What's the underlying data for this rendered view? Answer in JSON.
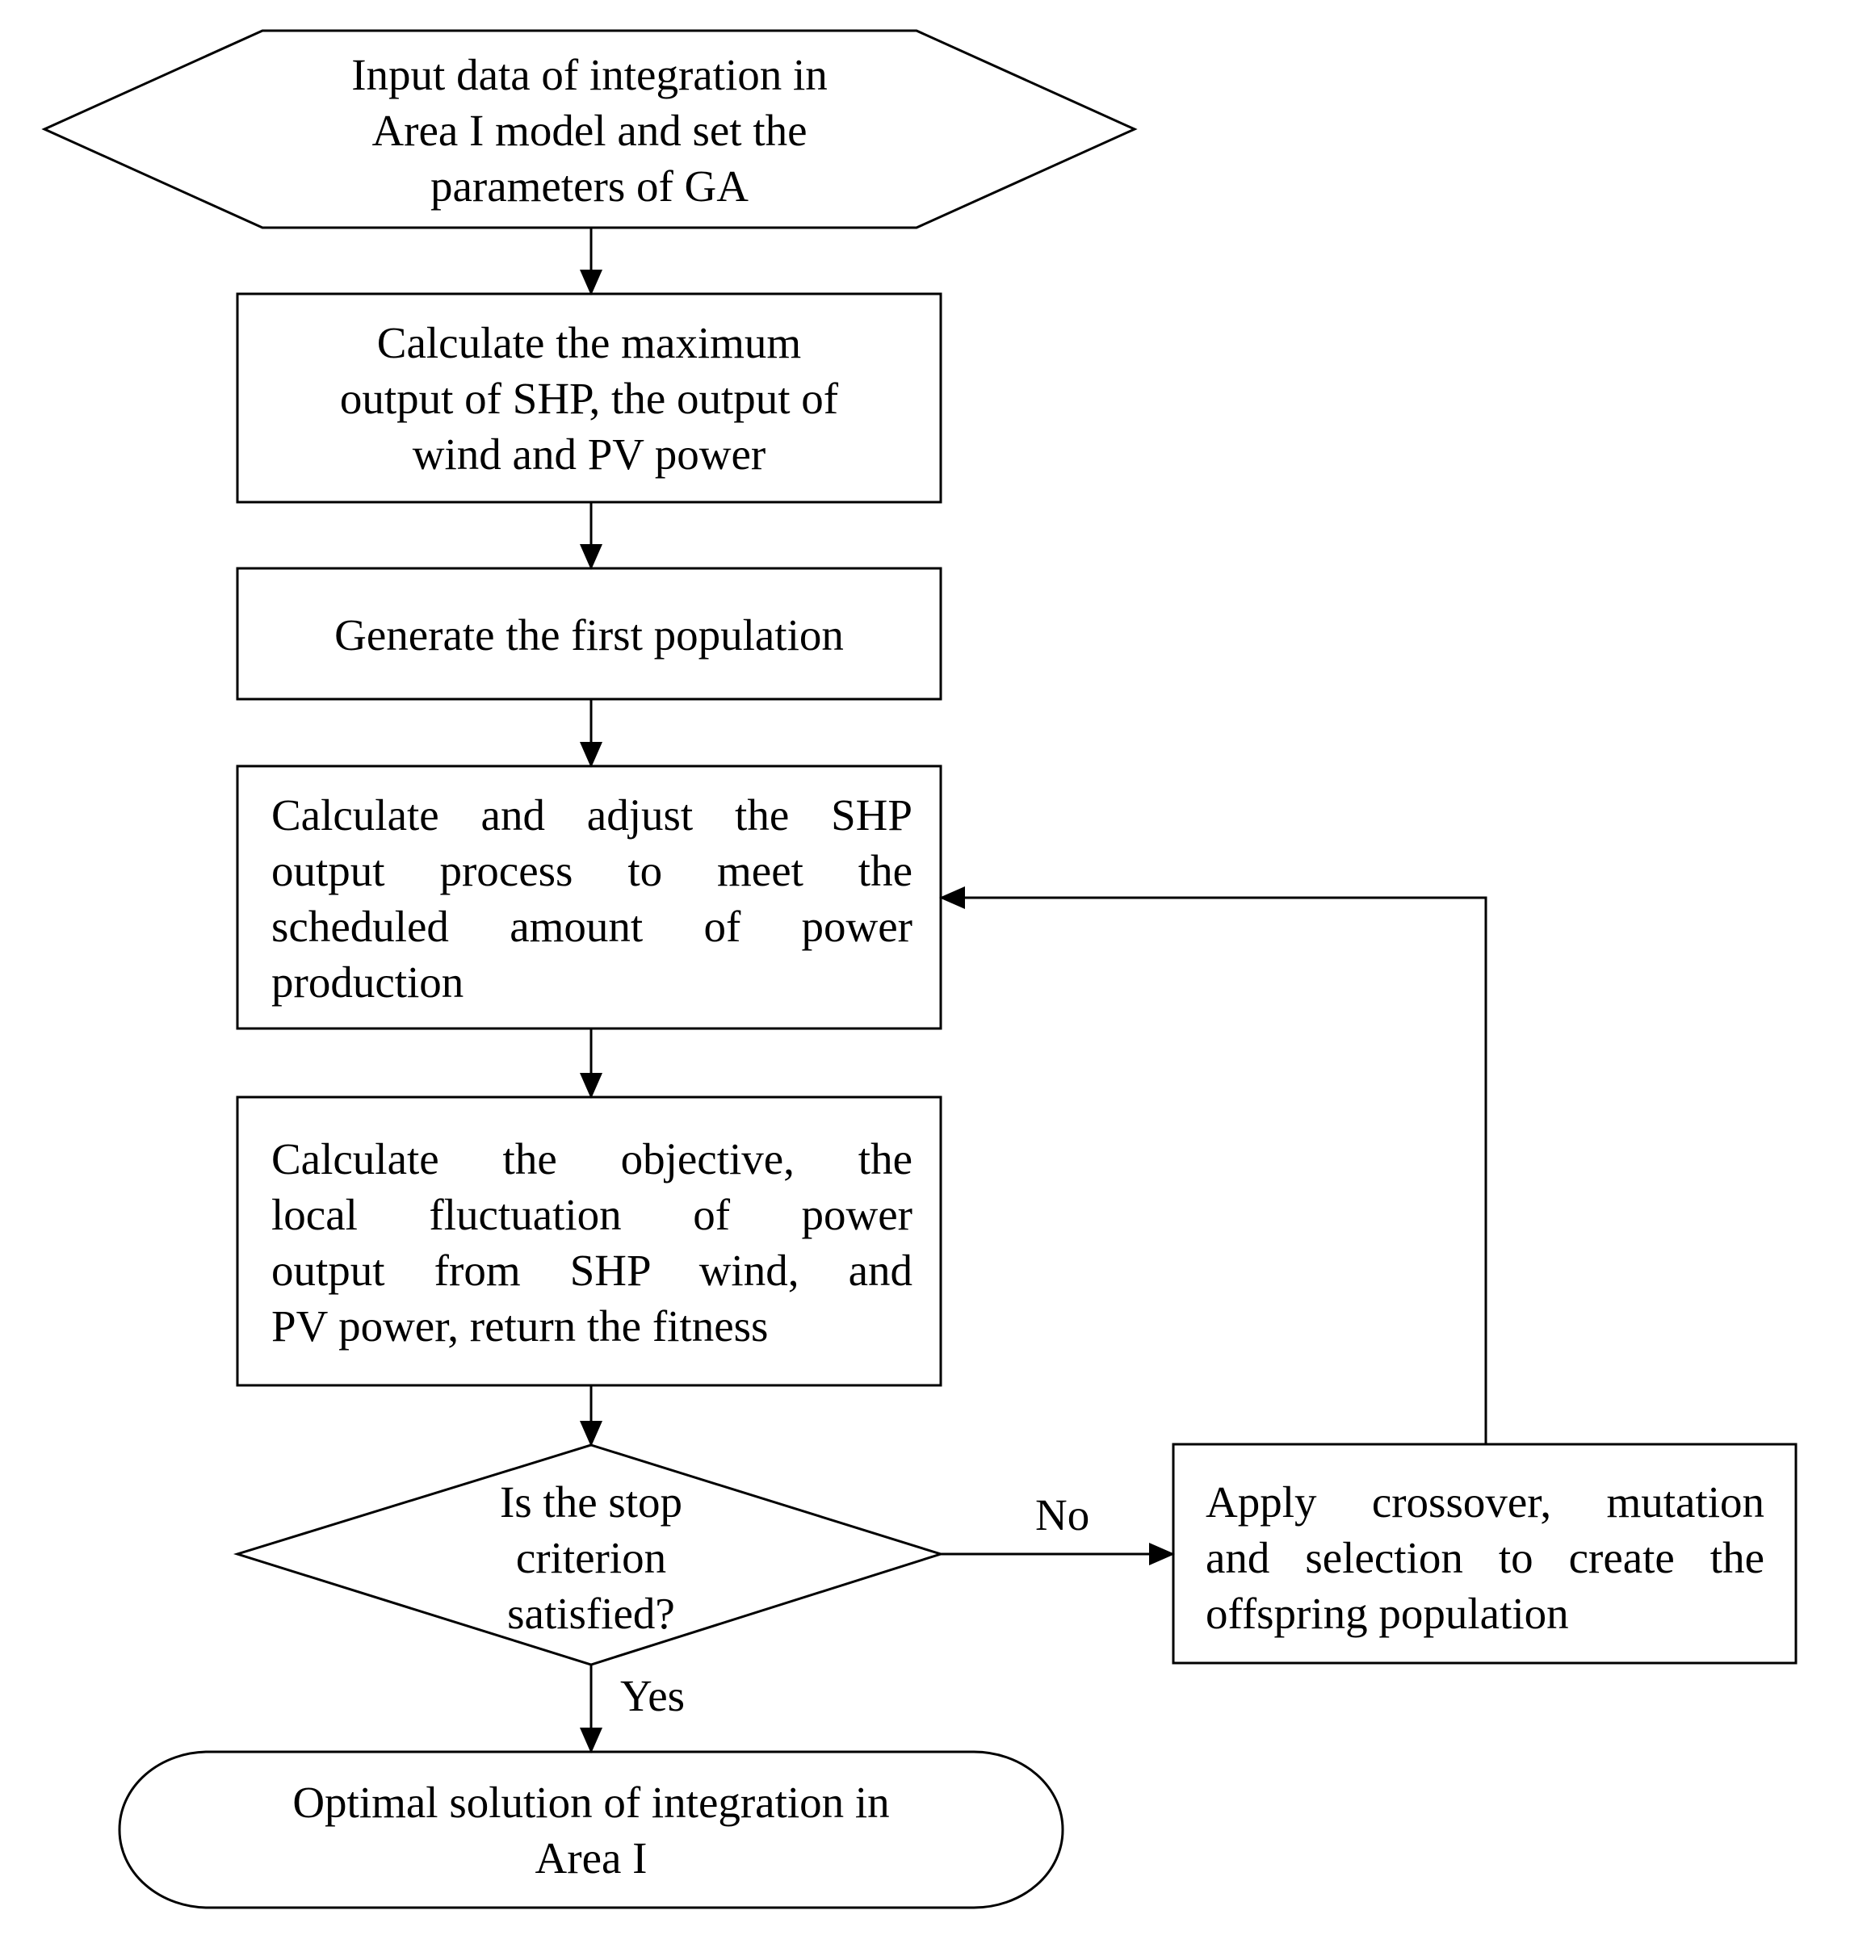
{
  "flowchart": {
    "start": {
      "lines": [
        "Input data of integration in",
        "Area I model and set the",
        "parameters of GA"
      ]
    },
    "step_max_output": {
      "lines": [
        "Calculate the maximum",
        "output of SHP, the output of",
        "wind and PV power"
      ]
    },
    "step_first_population": {
      "lines": [
        "Generate the first population"
      ]
    },
    "step_adjust_shp": {
      "lines": [
        "Calculate and adjust the SHP",
        "output process to meet the",
        "scheduled amount of power",
        "production"
      ]
    },
    "step_objective": {
      "lines": [
        "Calculate the objective, the",
        "local fluctuation of power",
        "output from SHP wind, and",
        "PV power, return the fitness"
      ]
    },
    "decision_stop": {
      "lines": [
        "Is the stop",
        "criterion",
        "satisfied?"
      ]
    },
    "step_crossover": {
      "lines": [
        "Apply crossover, mutation",
        "and selection to create the",
        "offspring population"
      ]
    },
    "end": {
      "lines": [
        "Optimal solution of integration in",
        "Area I"
      ]
    },
    "edge_labels": {
      "no": "No",
      "yes": "Yes"
    }
  },
  "colors": {
    "stroke": "#000000",
    "background": "#ffffff",
    "text": "#000000"
  }
}
